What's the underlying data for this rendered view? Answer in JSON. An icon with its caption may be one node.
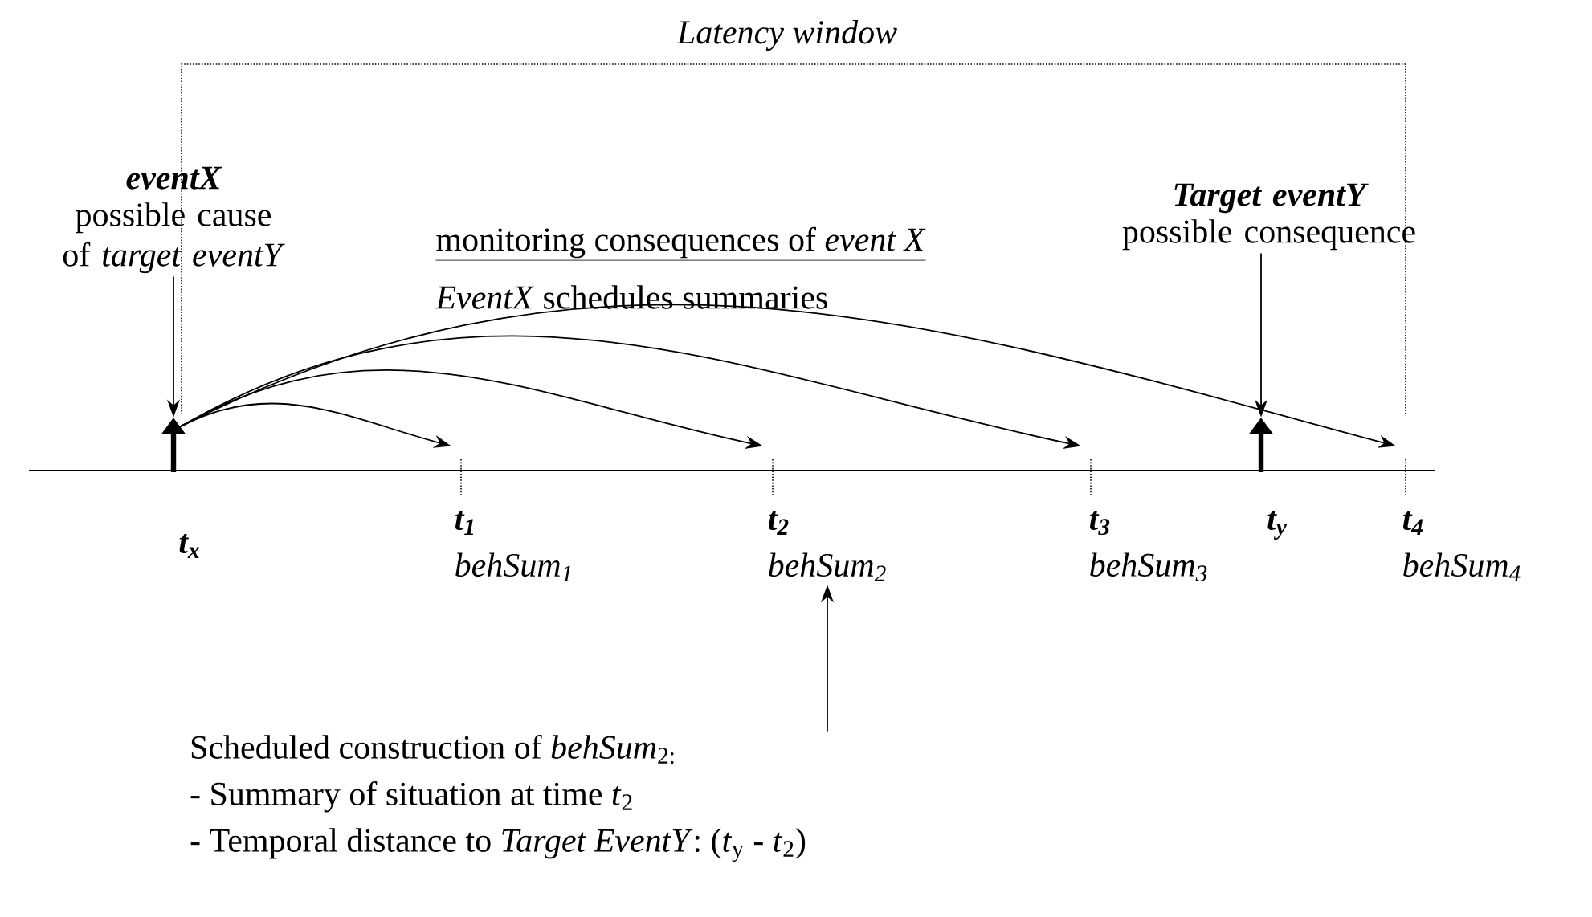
{
  "diagram": {
    "nodes": [
      {
        "text": [
          "eventX",
          "possible cause of *target eventY*"
        ]
      },
      {
        "text": [
          "Target eventY",
          "possible consequence"
        ]
      },
      {
        "text": [],
        "shape": "arrow"
      },
      {
        "text": [],
        "shape": "tick"
      },
      {
        "text": [],
        "shape": "tick"
      },
      {
        "text": [],
        "shape": "tick"
      },
      {
        "text": [],
        "shape": "arrow"
      },
      {
        "text": [],
        "shape": "tick"
      },
      {
        "text": [
          "t$_{x}$"
        ]
      },
      {
        "text": [
          "t$_{1}$",
          "behSum$_{1}$"
        ]
      },
      {
        "text": [
          "t$_{2}$",
          "behSum$_{2}$"
        ]
      },
      {
        "text": [
          "t$_{3}$",
          "behSum$_{3}$"
        ]
      },
      {
        "text": [
          "t$_{y}$"
        ]
      },
      {
        "text": [
          "t$_{4}$",
          "behSum$_{4}$"
        ]
      },
      {
        "text": [
          "Scheduled construction of *behSum*$_{2:}$",
          "- Summary of situation at time *t*$_{2}$",
          "- Temporal distance to *Target EventY*:  (*t*$_{y}$ - *t*$_{2}$)"
        ]
      }
    ],
    "edges": [
      {
        "from": 0,
        "to": 2,
        "arrow": "to"
      },
      {
        "from": 1,
        "to": 6,
        "arrow": "to"
      },
      {
        "from": 2,
        "to": 3,
        "arrow": "to"
      },
      {
        "from": 2,
        "to": 4,
        "arrow": "to"
      },
      {
        "from": 2,
        "to": 5,
        "arrow": "to"
      },
      {
        "from": 2,
        "to": 7,
        "arrow": "to"
      },
      {
        "from": 14,
        "to": 10,
        "arrow": "to"
      }
    ],
    "labels": [
      "Latency window",
      "monitoring consequences of *event X*",
      "*EventX* schedules summaries"
    ]
  }
}
